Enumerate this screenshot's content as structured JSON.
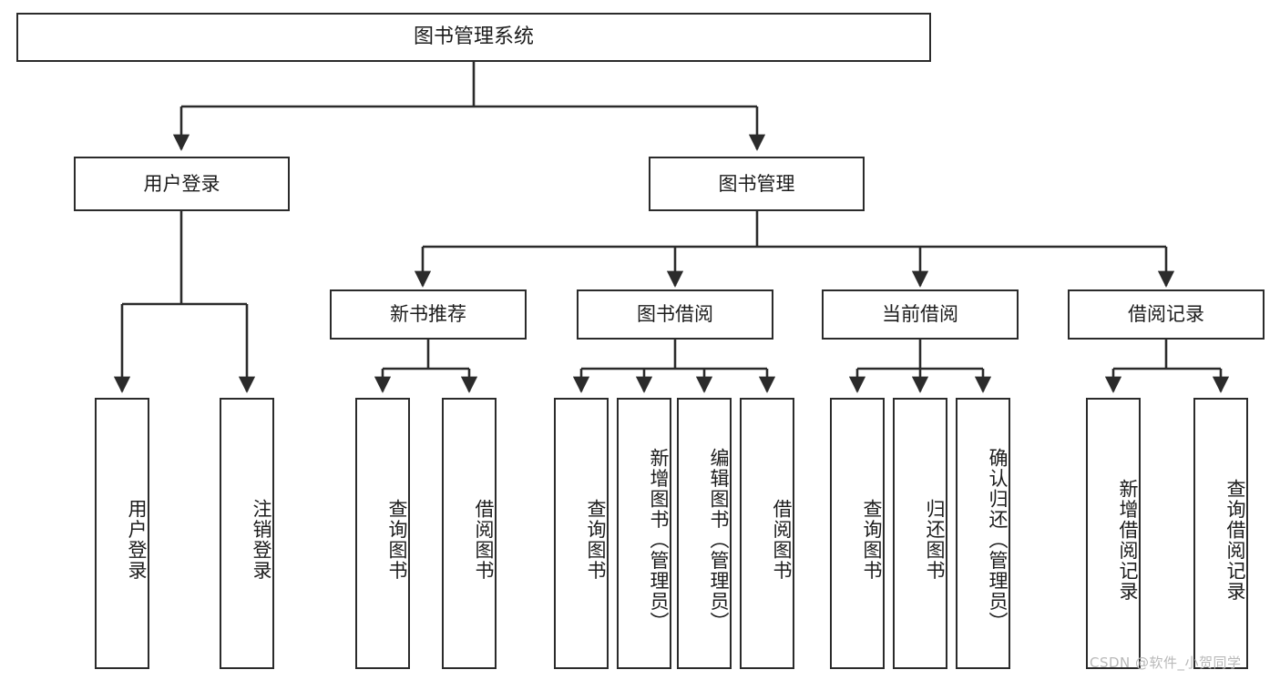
{
  "diagram": {
    "type": "tree-hierarchy-chart",
    "title": "图书管理系统",
    "orientation": "top-down",
    "colors": {
      "box_border": "#2b2b2b",
      "box_fill": "#ffffff",
      "connector": "#2b2b2b",
      "text": "#1c1c1c",
      "watermark": "#b9b9b9",
      "background": "#ffffff"
    },
    "root": {
      "label": "图书管理系统",
      "text_direction": "horizontal"
    },
    "level2": [
      {
        "id": "user-login",
        "label": "用户登录",
        "text_direction": "horizontal"
      },
      {
        "id": "book-manage",
        "label": "图书管理",
        "text_direction": "horizontal"
      }
    ],
    "level3": [
      {
        "id": "new-book-rec",
        "label": "新书推荐",
        "parent": "book-manage",
        "text_direction": "horizontal"
      },
      {
        "id": "book-borrow",
        "label": "图书借阅",
        "parent": "book-manage",
        "text_direction": "horizontal"
      },
      {
        "id": "current-borrow",
        "label": "当前借阅",
        "parent": "book-manage",
        "text_direction": "horizontal"
      },
      {
        "id": "borrow-record",
        "label": "借阅记录",
        "parent": "book-manage",
        "text_direction": "horizontal"
      }
    ],
    "leaves": [
      {
        "id": "leaf-user-login",
        "label": "用户登录",
        "parent": "user-login",
        "text_direction": "vertical"
      },
      {
        "id": "leaf-logout",
        "label": "注销登录",
        "parent": "user-login",
        "text_direction": "vertical"
      },
      {
        "id": "leaf-query-book-1",
        "label": "查询图书",
        "parent": "new-book-rec",
        "text_direction": "vertical"
      },
      {
        "id": "leaf-borrow-book-1",
        "label": "借阅图书",
        "parent": "new-book-rec",
        "text_direction": "vertical"
      },
      {
        "id": "leaf-query-book-2",
        "label": "查询图书",
        "parent": "book-borrow",
        "text_direction": "vertical"
      },
      {
        "id": "leaf-add-book",
        "label": "新增图书（管理员）",
        "parent": "book-borrow",
        "text_direction": "vertical"
      },
      {
        "id": "leaf-edit-book",
        "label": "编辑图书（管理员）",
        "parent": "book-borrow",
        "text_direction": "vertical"
      },
      {
        "id": "leaf-borrow-book-2",
        "label": "借阅图书",
        "parent": "book-borrow",
        "text_direction": "vertical"
      },
      {
        "id": "leaf-query-book-3",
        "label": "查询图书",
        "parent": "current-borrow",
        "text_direction": "vertical"
      },
      {
        "id": "leaf-return-book",
        "label": "归还图书",
        "parent": "current-borrow",
        "text_direction": "vertical"
      },
      {
        "id": "leaf-confirm-return",
        "label": "确认归还（管理员）",
        "parent": "current-borrow",
        "text_direction": "vertical"
      },
      {
        "id": "leaf-add-record",
        "label": "新增借阅记录",
        "parent": "borrow-record",
        "text_direction": "vertical"
      },
      {
        "id": "leaf-query-record",
        "label": "查询借阅记录",
        "parent": "borrow-record",
        "text_direction": "vertical"
      }
    ],
    "watermark": "CSDN @软件_小贺同学"
  }
}
